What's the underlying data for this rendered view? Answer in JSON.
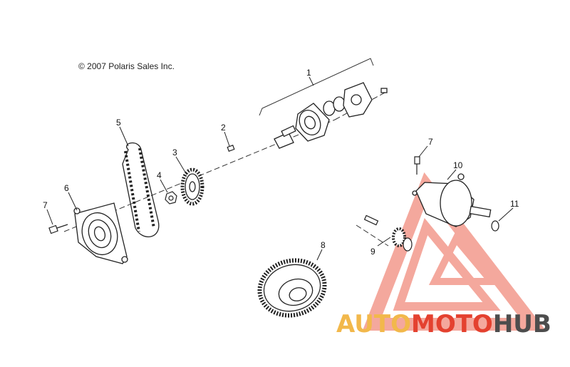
{
  "copyright": "© 2007 Polaris Sales Inc.",
  "callouts": [
    "1",
    "2",
    "3",
    "4",
    "5",
    "6",
    "7",
    "7",
    "8",
    "9",
    "10",
    "11"
  ],
  "logo": {
    "part1": "AUTO",
    "part2": "MOTO",
    "part3": "HUB",
    "colors": {
      "auto": "#f2b84b",
      "moto": "#e4412f",
      "hub": "#4d4d4d"
    }
  }
}
